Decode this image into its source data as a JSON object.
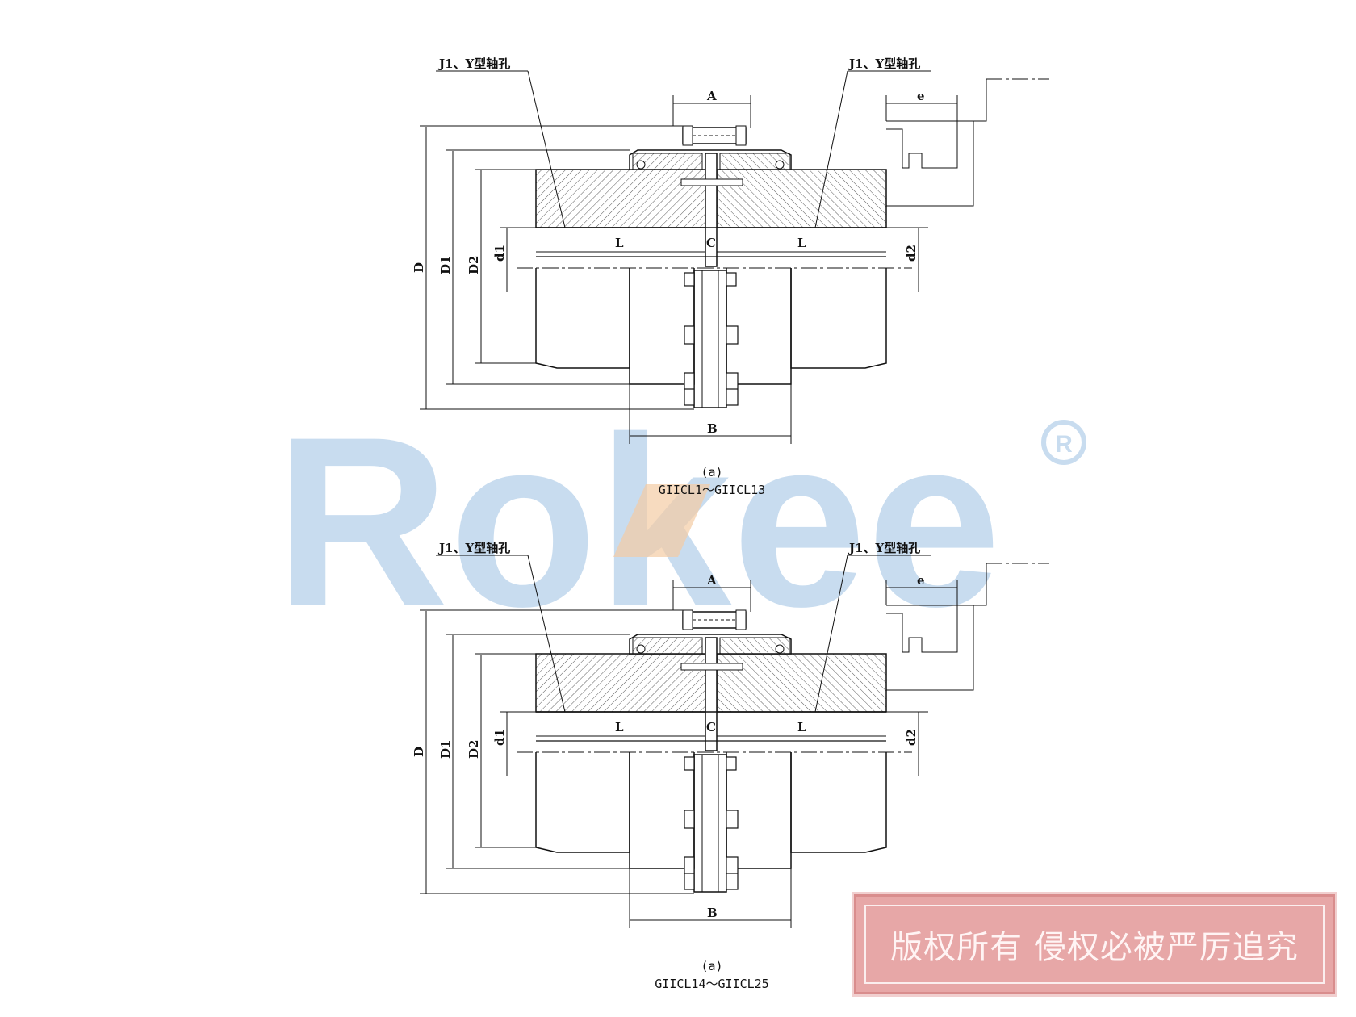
{
  "watermark": {
    "brand": "Rokee",
    "registered": "R",
    "brand_color": "#c6dbef",
    "accent_color": "#f3c9a0"
  },
  "stamp": {
    "text": "版权所有 侵权必被严厉追究",
    "color": "#e7a7a7"
  },
  "drawings": [
    {
      "bore_label_left": "J1、Y型轴孔",
      "bore_label_right": "J1、Y型轴孔",
      "dim_A": "A",
      "dim_B": "B",
      "dim_C": "C",
      "dim_e": "e",
      "dim_L_left": "L",
      "dim_L_right": "L",
      "dim_D": "D",
      "dim_D1": "D1",
      "dim_D2": "D2",
      "dim_d1": "d1",
      "dim_d2": "d2",
      "view": "(a)",
      "models": "GIICL1～GIICL13"
    },
    {
      "bore_label_left": "J1、Y型轴孔",
      "bore_label_right": "J1、Y型轴孔",
      "dim_A": "A",
      "dim_B": "B",
      "dim_C": "C",
      "dim_e": "e",
      "dim_L_left": "L",
      "dim_L_right": "L",
      "dim_D": "D",
      "dim_D1": "D1",
      "dim_D2": "D2",
      "dim_d1": "d1",
      "dim_d2": "d2",
      "view": "(a)",
      "models": "GIICL14～GIICL25"
    }
  ]
}
